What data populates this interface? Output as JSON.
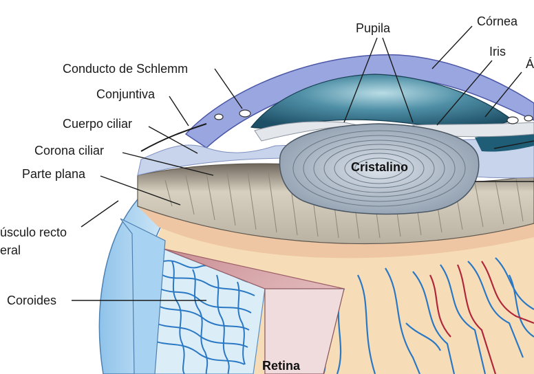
{
  "labels": {
    "pupila": "Pupila",
    "cornea": "Córnea",
    "iris": "Iris",
    "camara_cut": "Á",
    "conducto": "Conducto de Schlemm",
    "conjuntiva": "Conjuntiva",
    "cuerpo_ciliar": "Cuerpo ciliar",
    "corona_ciliar": "Corona ciliar",
    "parte_plana": "Parte plana",
    "musculo_line1": "úsculo recto",
    "musculo_line2": "eral",
    "coroides": "Coroides",
    "cristalino": "Cristalino",
    "retina": "Retina"
  },
  "colors": {
    "cornea": "#9aa6e0",
    "anterior_chamber": "#2e6f86",
    "lens": "#a4b2c2",
    "ciliary_body": "#cfc8b8",
    "sclera": "#b9dcf3",
    "choroid_vessels": "#2a78c4",
    "retina": "#e7bcbf",
    "fundus": "#f6ddb8",
    "artery": "#b0263a"
  }
}
